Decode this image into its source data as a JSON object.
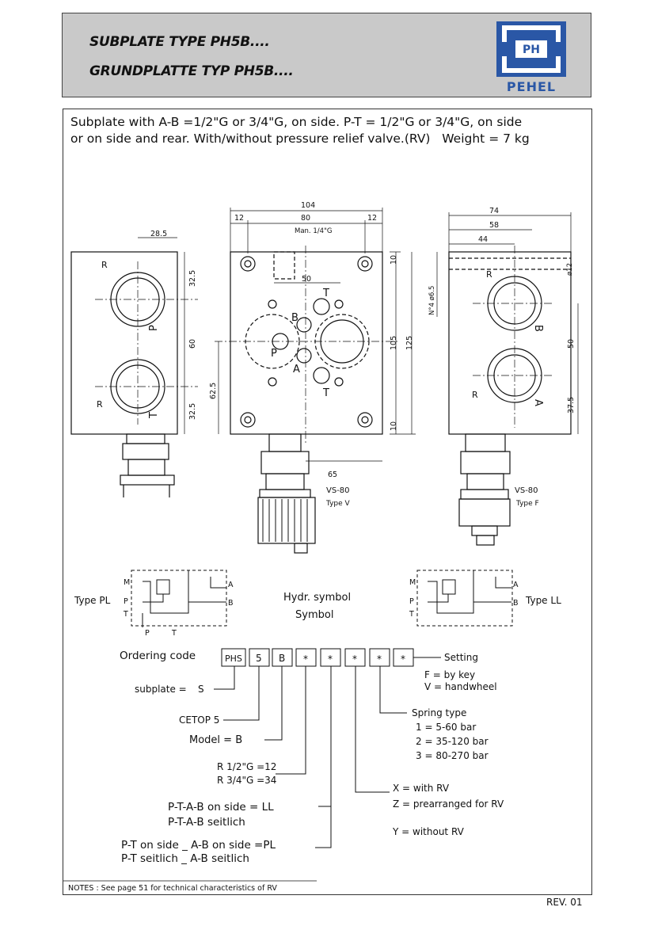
{
  "header": {
    "title_en": "SUBPLATE TYPE PH5B....",
    "title_de": "GRUNDPLATTE TYP PH5B....",
    "logo_text": "PEHEL",
    "logo_mark": "PH"
  },
  "intro": {
    "line1": "Subplate with A-B =1/2\"G or 3/4\"G, on side. P-T = 1/2\"G or 3/4\"G, on side",
    "line2": "or on side and rear. With/without pressure relief valve.(RV)   Weight = 7 kg"
  },
  "drawing": {
    "dims": {
      "d104": "104",
      "d12a": "12",
      "d80": "80",
      "d12b": "12",
      "man": "Man. 1/4\"G",
      "d50top": "50",
      "d10a": "10",
      "d105": "105",
      "d125": "125",
      "d10b": "10",
      "d625": "62.5",
      "d65": "65",
      "d285": "28.5",
      "d325a": "32.5",
      "d60": "60",
      "d325b": "32.5",
      "d74": "74",
      "d58": "58",
      "d44": "44",
      "d12dia": "ø12",
      "n4": "N°4 ø6.5",
      "d50r": "50",
      "d375": "37.5"
    },
    "ports": {
      "R": "R",
      "P": "P",
      "T": "T",
      "A": "A",
      "B": "B"
    },
    "valve_v": {
      "name": "VS-80",
      "type": "Type V"
    },
    "valve_f": {
      "name": "VS-80",
      "type": "Type F"
    }
  },
  "symbols": {
    "type_pl": "Type PL",
    "type_ll": "Type LL",
    "hydr_en": "Hydr. symbol",
    "hydr_de": "Symbol",
    "ports": {
      "M": "M",
      "P": "P",
      "T": "T",
      "A": "A",
      "B": "B"
    }
  },
  "ordering": {
    "label": "Ordering code",
    "boxes": [
      "PHS",
      "5",
      "B",
      "*",
      "*",
      "*",
      "*",
      "*"
    ],
    "setting": "Setting",
    "f_key": "F  = by key",
    "v_hand": "V  = handwheel",
    "subplate": "subplate =",
    "subplate_val": "S",
    "cetop": "CETOP 5",
    "model": "Model  =  B",
    "spring_type": "Spring type",
    "springs": [
      "1   =  5-60  bar",
      "2   =  35-120  bar",
      "3   =  80-270  bar"
    ],
    "r12": "R 1/2\"G   =12",
    "r34": "R 3/4\"G   =34",
    "x": "X  =  with RV",
    "z": "Z  =  prearranged  for  RV",
    "y": "Y  =  without  RV",
    "ll_en": "P-T-A-B   on side  = LL",
    "ll_de": "P-T-A-B   seitlich",
    "pl_en": "P-T on side _  A-B on side =PL",
    "pl_de": "P-T seitlich    _  A-B seitlich"
  },
  "notes": "NOTES :  See page 51 for technical characteristics of RV",
  "revision": "REV.  01"
}
